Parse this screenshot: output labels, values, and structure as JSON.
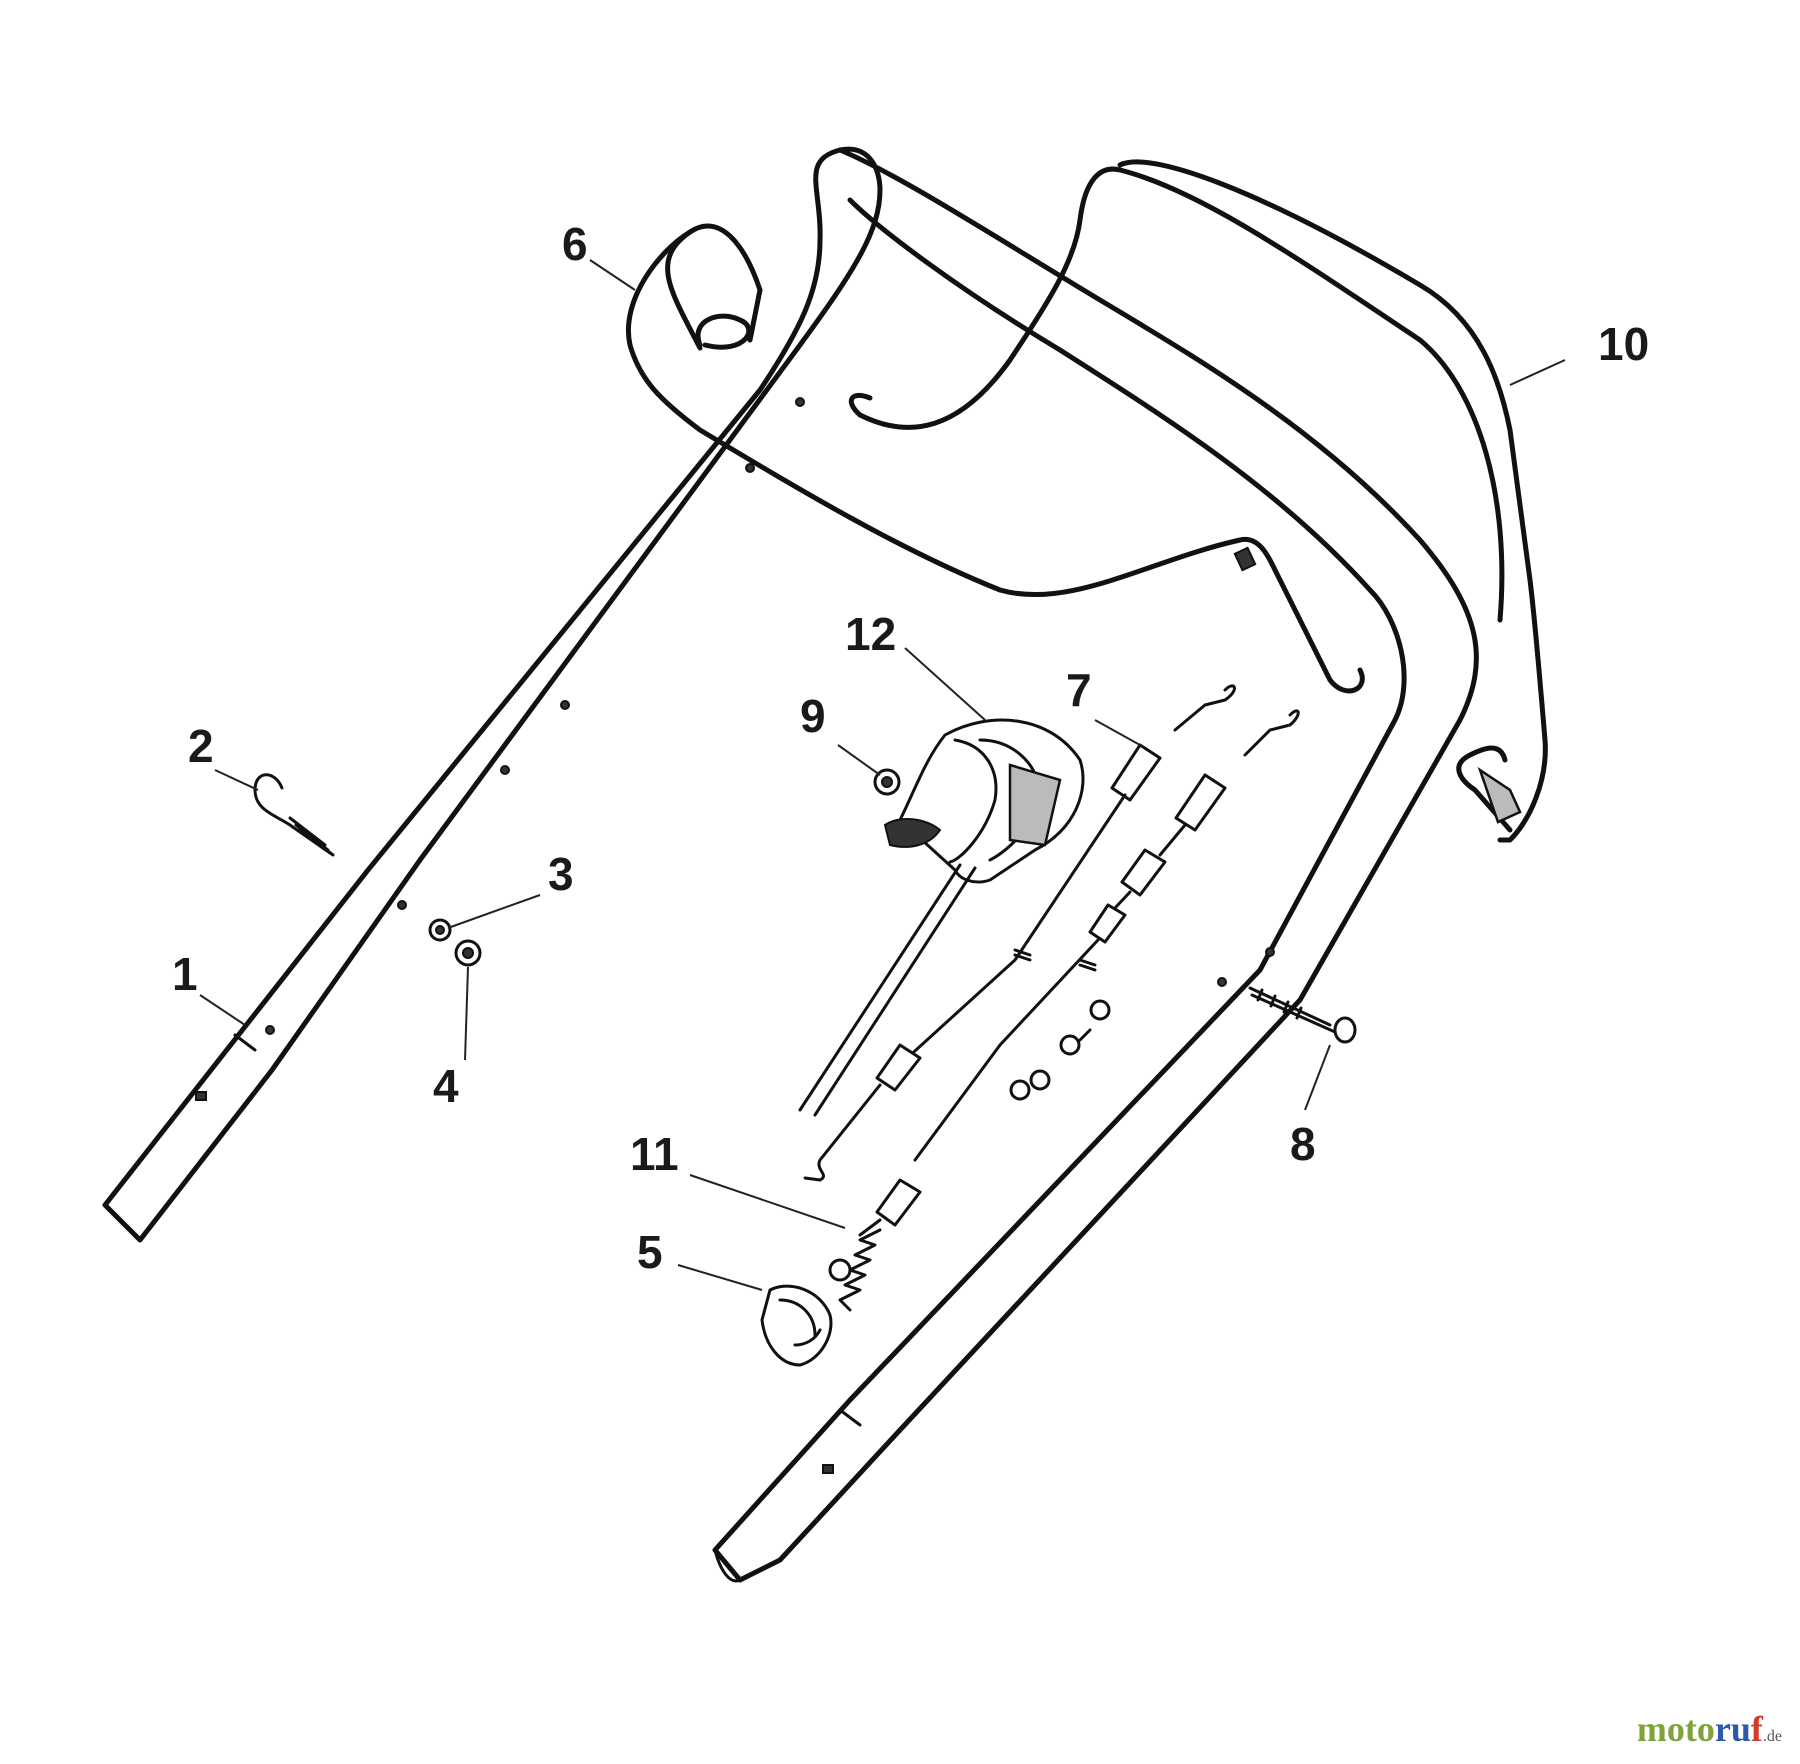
{
  "labels": {
    "p1": "1",
    "p2": "2",
    "p3": "3",
    "p4": "4",
    "p5": "5",
    "p6": "6",
    "p7": "7",
    "p8": "8",
    "p9": "9",
    "p10": "10",
    "p11": "11",
    "p12": "12"
  },
  "watermark": {
    "brand_a": "moto",
    "brand_b": "ru",
    "brand_c": "f",
    "suffix": ".de"
  }
}
